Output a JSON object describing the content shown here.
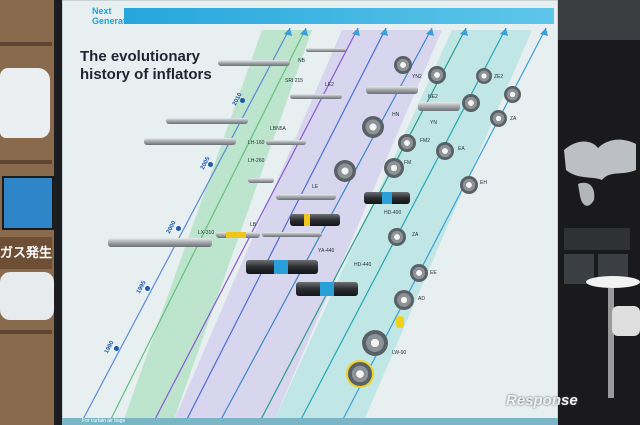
{
  "panel": {
    "next_generation_label": "Next Generation",
    "title": "The evolutionary history of inflators",
    "bottom_note": "For curtain air bags",
    "colors": {
      "panel_bg": "#e7eff1",
      "accent_blue": "#25a6dc",
      "green_band": "#6fd18a",
      "purple_band": "#b9a8e8",
      "teal_band": "#5ed3c8"
    }
  },
  "years": [
    "1990",
    "1995",
    "2000",
    "2005",
    "2010"
  ],
  "inflators": [
    {
      "name": "NB",
      "shape": "tube"
    },
    {
      "name": "SRI 215",
      "shape": "tube"
    },
    {
      "name": "LE2",
      "shape": "tube"
    },
    {
      "name": "LBN5A",
      "shape": "tube"
    },
    {
      "name": "LH-160",
      "shape": "tube"
    },
    {
      "name": "LH-260",
      "shape": "tube"
    },
    {
      "name": "LE",
      "shape": "tube"
    },
    {
      "name": "LB",
      "shape": "tube"
    },
    {
      "name": "LX-310",
      "shape": "tube"
    },
    {
      "name": "YA-440",
      "shape": "tube"
    },
    {
      "name": "NE2",
      "shape": "tube"
    },
    {
      "name": "YN2",
      "shape": "disc"
    },
    {
      "name": "HN",
      "shape": "disc"
    },
    {
      "name": "YN",
      "shape": "disc"
    },
    {
      "name": "FM",
      "shape": "disc"
    },
    {
      "name": "FM2",
      "shape": "disc"
    },
    {
      "name": "HD-400",
      "shape": "disc"
    },
    {
      "name": "HD-440",
      "shape": "disc"
    },
    {
      "name": "ZE2",
      "shape": "disc"
    },
    {
      "name": "ZA",
      "shape": "disc"
    },
    {
      "name": "EA",
      "shape": "disc"
    },
    {
      "name": "EH",
      "shape": "disc"
    },
    {
      "name": "EE",
      "shape": "disc"
    },
    {
      "name": "AD",
      "shape": "disc"
    },
    {
      "name": "LW-90",
      "shape": "disc"
    }
  ],
  "booth": {
    "left_sign": "ガス発生器"
  },
  "watermark": "Response"
}
